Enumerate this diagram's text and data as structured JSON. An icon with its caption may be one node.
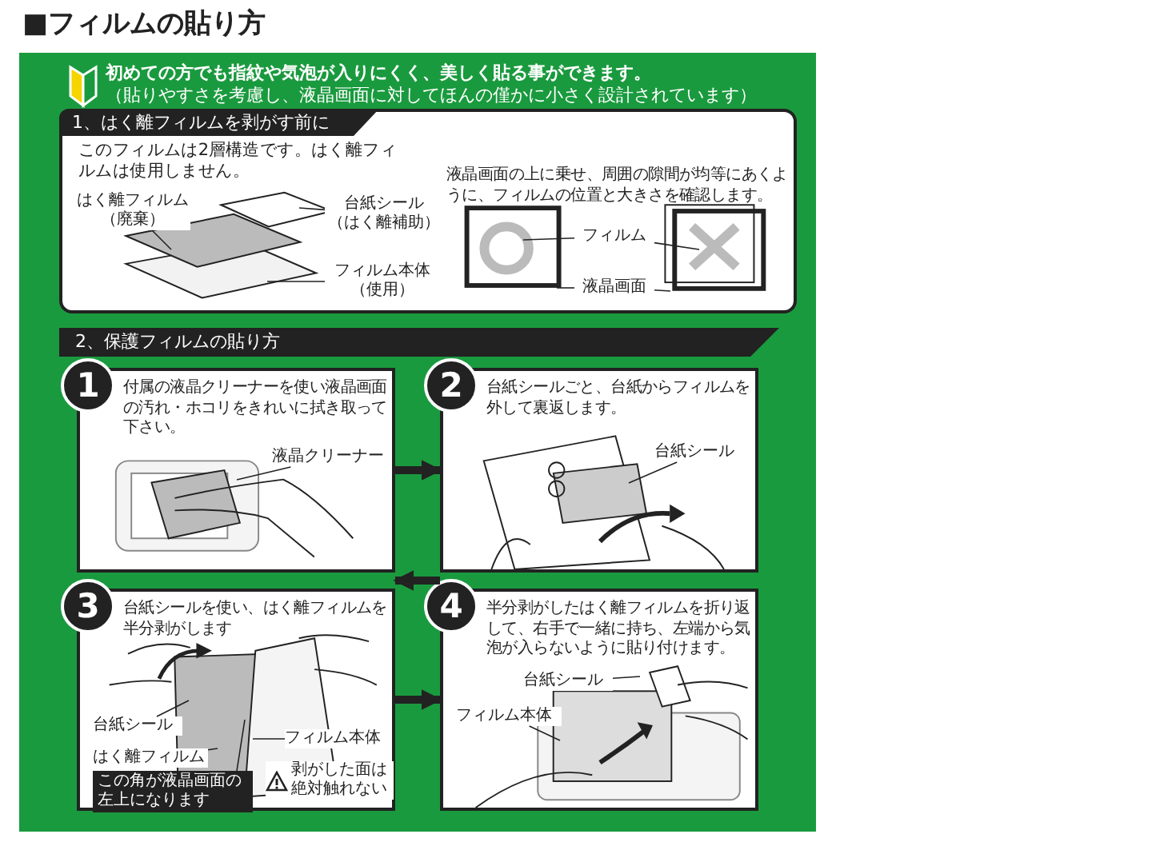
{
  "diagram": {
    "title": "■フィルムの貼り方",
    "nodes": [
      {
        "text": [
          "1、はく離フィルムを剥がす前に",
          "このフィルムは2層構造です。はく離フィルムは使用しません。",
          "液晶画面の上に乗せ、周囲の隙間が均等にあくように、フィルムの位置と大きさを確認します。"
        ]
      },
      {
        "text": [
          "はく離フィルム",
          "（廃棄）"
        ],
        "in": 0
      },
      {
        "text": [
          "台紙シール",
          "（はく離補助）"
        ],
        "in": 0
      },
      {
        "text": [
          "フィルム本体",
          "（使用）"
        ],
        "in": 0
      },
      {
        "text": [
          "フィルム"
        ],
        "in": 0
      },
      {
        "text": [
          "液晶画面"
        ],
        "in": 0
      },
      {
        "text": [
          "1",
          "付属の液晶クリーナーを使い液晶画面の汚れ・ホコリをきれいに拭き取って下さい。"
        ]
      },
      {
        "text": [
          "液晶クリーナー"
        ],
        "in": 6
      },
      {
        "text": [
          "2",
          "台紙シールごと、台紙からフィルムを外して裏返します。"
        ]
      },
      {
        "text": [
          "台紙シール"
        ],
        "in": 8
      },
      {
        "text": [
          "3",
          "台紙シールを使い、はく離フィルムを半分剥がします"
        ]
      },
      {
        "text": [
          "台紙シール"
        ],
        "in": 10
      },
      {
        "text": [
          "はく離フィルム"
        ],
        "in": 10
      },
      {
        "text": [
          "フィルム本体"
        ],
        "in": 10
      },
      {
        "text": [
          "この角が液晶画面の左上になります"
        ],
        "in": 10
      },
      {
        "text": [
          "4",
          "半分剥がしたはく離フィルムを折り返して、右手で一緒に持ち、左端から気泡が入らないように貼り付けます。"
        ]
      },
      {
        "text": [
          "台紙シール"
        ],
        "in": 15
      },
      {
        "text": [
          "フィルム本体"
        ],
        "in": 15
      }
    ],
    "edges": [
      {
        "from": 1,
        "to": null,
        "arrow": "none"
      },
      {
        "from": 2,
        "to": null,
        "arrow": "none"
      },
      {
        "from": 3,
        "to": null,
        "arrow": "none"
      },
      {
        "from": 4,
        "to": null,
        "arrow": "none"
      },
      {
        "from": 4,
        "to": null,
        "arrow": "none"
      },
      {
        "from": 5,
        "to": null,
        "arrow": "none"
      },
      {
        "from": 5,
        "to": null,
        "arrow": "none"
      },
      {
        "from": 7,
        "to": null,
        "arrow": "none"
      },
      {
        "from": 6,
        "to": 8,
        "arrow": "to",
        "style": "thick"
      },
      {
        "from": 9,
        "to": null,
        "arrow": "none"
      },
      {
        "from": 8,
        "to": 10,
        "arrow": "to",
        "style": "thick"
      },
      {
        "from": 11,
        "to": null,
        "arrow": "none"
      },
      {
        "from": 12,
        "to": null,
        "arrow": "none"
      },
      {
        "from": 13,
        "to": null,
        "arrow": "none"
      },
      {
        "from": 14,
        "to": null,
        "arrow": "none"
      },
      {
        "from": 10,
        "to": 15,
        "arrow": "to",
        "style": "thick"
      },
      {
        "from": 16,
        "to": null,
        "arrow": "none"
      },
      {
        "from": 17,
        "to": null,
        "arrow": "none"
      }
    ],
    "labels": [
      "初めての方でも指紋や気泡が入りにくく、美しく貼る事ができます。",
      "（貼りやすさを考慮し、液晶画面に対してほんの僅かに小さく設計されています）",
      "2、保護フィルムの貼り方",
      "剥がした面は絶対触れない"
    ]
  }
}
